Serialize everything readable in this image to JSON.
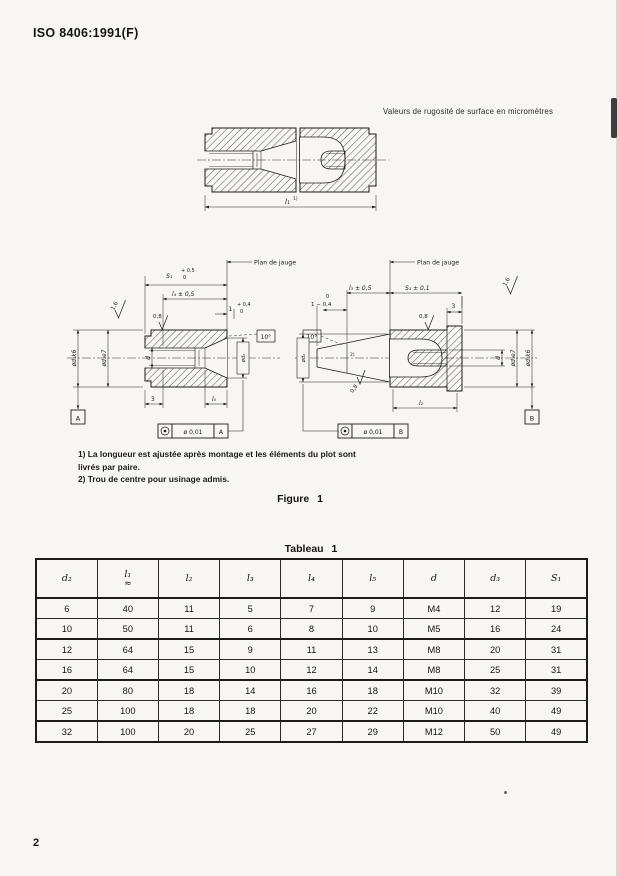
{
  "page": {
    "header": "ISO 8406:1991(F)",
    "page_number": "2"
  },
  "figure": {
    "roughness_note": "Valeurs de rugosité de surface en micromètres",
    "caption": "Figure 1",
    "footnote1_line1": "1) La longueur est ajustée après montage et les éléments du plot sont",
    "footnote1_line2": "livrés par paire.",
    "footnote2": "2) Trou de centre pour usinage admis.",
    "top": {
      "l1": "l₁",
      "l1_sup": "1)"
    },
    "left": {
      "plan": "Plan de jauge",
      "s1": "S₁",
      "s1_up": "+ 0,5",
      "s1_dn": "0",
      "l4": "l₄ ± 0,5",
      "one": "1",
      "one_up": "+ 0,4",
      "one_dn": "0",
      "r16": "1,6",
      "r08": "0,8",
      "angle": "10°",
      "d1k6": "ød₁k6",
      "d1e7": "ød₁e7",
      "d": "d",
      "d2": "ød₂",
      "three": "3",
      "l5": "l₅",
      "datum": "A",
      "fcf_symbol_icon": "concentricity-icon",
      "fcf_val": "ø 0,01",
      "fcf_ref": "A"
    },
    "right": {
      "plan": "Plan de jauge",
      "one_up": "0",
      "one": "1 − 0,4",
      "l3": "l₃ ± 0,5",
      "s1": "S₁ ± 0,1",
      "three": "3",
      "r16": "1,6",
      "r08_top": "0,8",
      "r08_bot": "0,8",
      "angle": "10°",
      "d2": "ød₂",
      "note2": "2)",
      "d": "d",
      "d1e7": "ød₁e7",
      "d1k6": "ød₁k6",
      "l2": "l₂",
      "datum": "B",
      "fcf_symbol_icon": "concentricity-icon",
      "fcf_val": "ø 0,01",
      "fcf_ref": "B"
    }
  },
  "table": {
    "caption": "Tableau 1",
    "headers": [
      "d₂",
      "l₁",
      "l₂",
      "l₃",
      "l₄",
      "l₅",
      "d",
      "d₃",
      "S₁"
    ],
    "header_sub": "≈",
    "group_starts": [
      2,
      4,
      6
    ],
    "rows": [
      [
        "6",
        "40",
        "11",
        "5",
        "7",
        "9",
        "M4",
        "12",
        "19"
      ],
      [
        "10",
        "50",
        "11",
        "6",
        "8",
        "10",
        "M5",
        "16",
        "24"
      ],
      [
        "12",
        "64",
        "15",
        "9",
        "11",
        "13",
        "M8",
        "20",
        "31"
      ],
      [
        "16",
        "64",
        "15",
        "10",
        "12",
        "14",
        "M8",
        "25",
        "31"
      ],
      [
        "20",
        "80",
        "18",
        "14",
        "16",
        "18",
        "M10",
        "32",
        "39"
      ],
      [
        "25",
        "100",
        "18",
        "18",
        "20",
        "22",
        "M10",
        "40",
        "49"
      ],
      [
        "32",
        "100",
        "20",
        "25",
        "27",
        "29",
        "M12",
        "50",
        "49"
      ]
    ]
  }
}
